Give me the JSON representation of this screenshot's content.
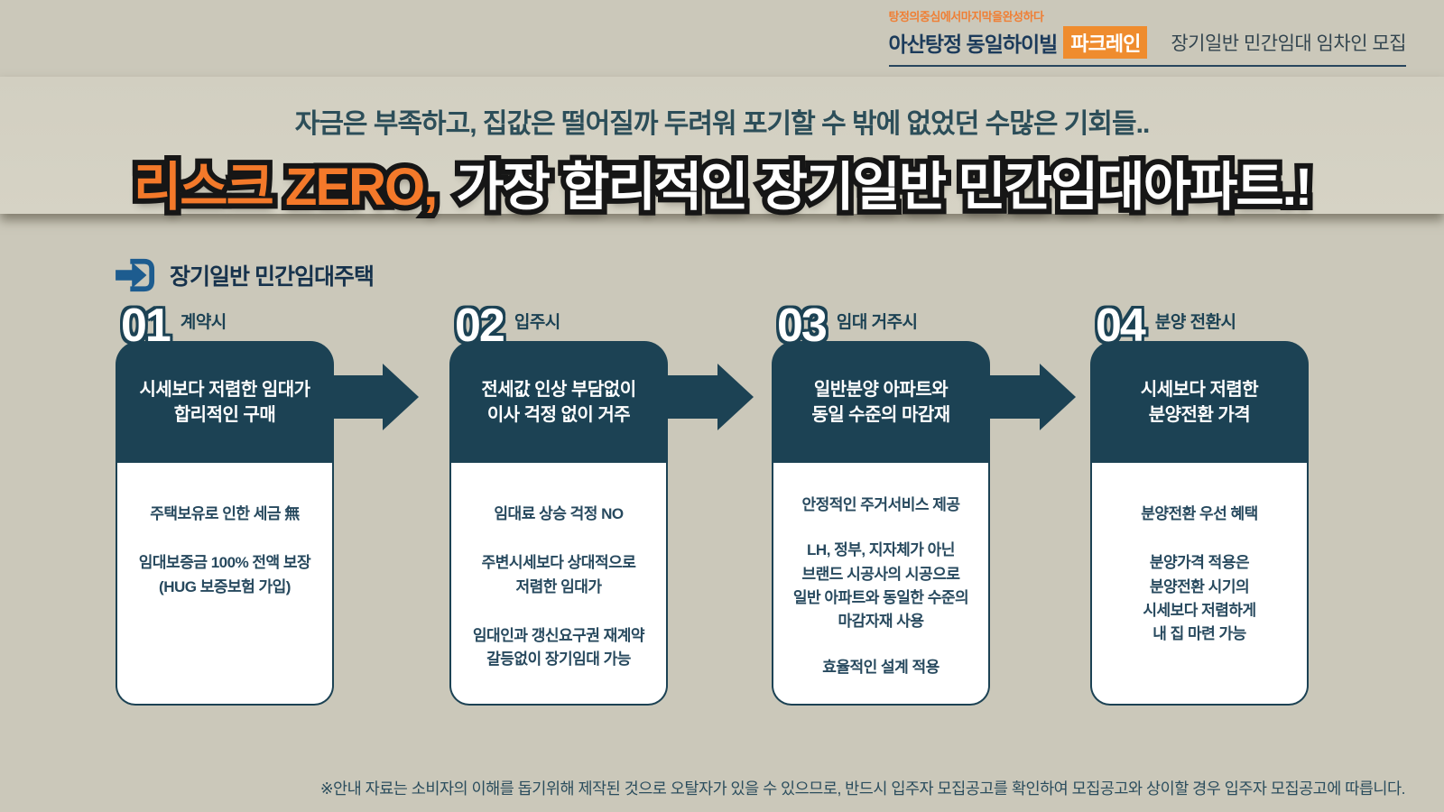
{
  "header": {
    "slogan": "탕정의중심에서마지막을완성하다",
    "brand": "아산탕정 동일하이빌",
    "badge": "파크레인",
    "recruit": "장기일반 민간임대 임차인 모집"
  },
  "intro": "자금은 부족하고, 집값은 떨어질까 두려워 포기할 수 밖에 없었던 수많은 기회들..",
  "title": {
    "highlight": "리스크 ZERO,",
    "rest": "가장 합리적인 장기일반 민간임대아파트.!"
  },
  "section_label": "장기일반 민간임대주택",
  "cards": [
    {
      "number": "01",
      "stage": "계약시",
      "headline": "시세보다 저렴한 임대가\n합리적인 구매",
      "points": [
        "주택보유로 인한 세금 無",
        "임대보증금 100% 전액 보장\n(HUG 보증보험 가입)"
      ]
    },
    {
      "number": "02",
      "stage": "입주시",
      "headline": "전세값 인상 부담없이\n이사 걱정 없이 거주",
      "points": [
        "임대료 상승 걱정 NO",
        "주변시세보다 상대적으로\n저렴한 임대가",
        "임대인과 갱신요구권 재계약\n갈등없이 장기임대 가능"
      ]
    },
    {
      "number": "03",
      "stage": "임대 거주시",
      "headline": "일반분양 아파트와\n동일 수준의 마감재",
      "points": [
        "안정적인 주거서비스 제공",
        "LH, 정부, 지자체가 아닌\n브랜드 시공사의 시공으로\n일반 아파트와 동일한 수준의\n마감자재 사용",
        "효율적인 설계 적용"
      ]
    },
    {
      "number": "04",
      "stage": "분양 전환시",
      "headline": "시세보다 저렴한\n분양전환 가격",
      "points": [
        "분양전환 우선 혜택",
        "분양가격 적용은\n분양전환 시기의\n시세보다 저렴하게\n내 집 마련 가능"
      ]
    }
  ],
  "footnote": "※안내 자료는 소비자의 이해를 돕기위해 제작된 것으로 오탈자가 있을 수 있으므로, 반드시 입주자 모집공고를 확인하여 모집공고와 상이할 경우 입주자 모집공고에 따릅니다.",
  "colors": {
    "background": "#cbc8ba",
    "navy": "#1c4254",
    "title_orange": "#f4792a",
    "badge_orange": "#ef8c2e",
    "icon_blue": "#1d5c8f",
    "text_teal": "#2c4e59"
  }
}
